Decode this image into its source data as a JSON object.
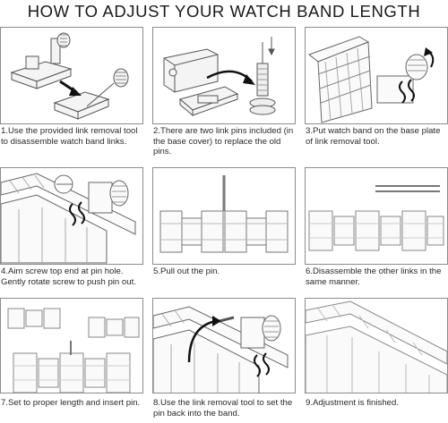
{
  "title": "HOW TO ADJUST YOUR WATCH BAND LENGTH",
  "steps": [
    {
      "caption": "1.Use the provided link removal tool to disassemble watch band links."
    },
    {
      "caption": "2.There are two link pins included (in the base cover) to replace the old pins."
    },
    {
      "caption": "3.Put watch band on the base plate of link removal tool."
    },
    {
      "caption": "4.Aim screw top end at pin hole. Gently rotate screw to push pin out."
    },
    {
      "caption": "5.Pull out the pin."
    },
    {
      "caption": "6.Disassemble the other links in the same manner."
    },
    {
      "caption": "7.Set to proper length and insert pin."
    },
    {
      "caption": "8.Use the link removal tool to set the pin back into the band."
    },
    {
      "caption": "9.Adjustment is finished."
    }
  ],
  "icons": [
    "link-removal-tool-icon",
    "arrow-icon",
    "rotate-arrow-icon",
    "pin-icon",
    "watch-band-icon"
  ]
}
